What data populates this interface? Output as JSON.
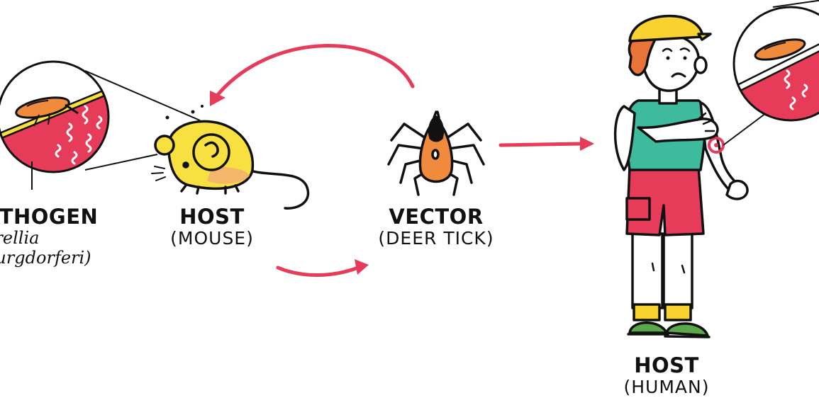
{
  "pathogen": {
    "title": "ATHOGEN",
    "latin_line1": "orellia",
    "latin_line2": " burgdorferi)"
  },
  "mouse_host": {
    "title": "HOST",
    "sub": "(MOUSE)"
  },
  "vector": {
    "title": "VECTOR",
    "sub": "(DEER TICK)"
  },
  "human_host": {
    "title": "HOST",
    "sub": "(HUMAN)"
  },
  "colors": {
    "arrow": "#e63c5a",
    "blood": "#e63c5a",
    "mouse": "#f7e040",
    "tick": "#f08a3c",
    "shirt": "#3dbb9c",
    "shorts": "#e63c5a",
    "cap": "#f7d230",
    "hair": "#e8743a",
    "shoes": "#5aa84a",
    "socks": "#f7d230",
    "outline": "#111111"
  }
}
